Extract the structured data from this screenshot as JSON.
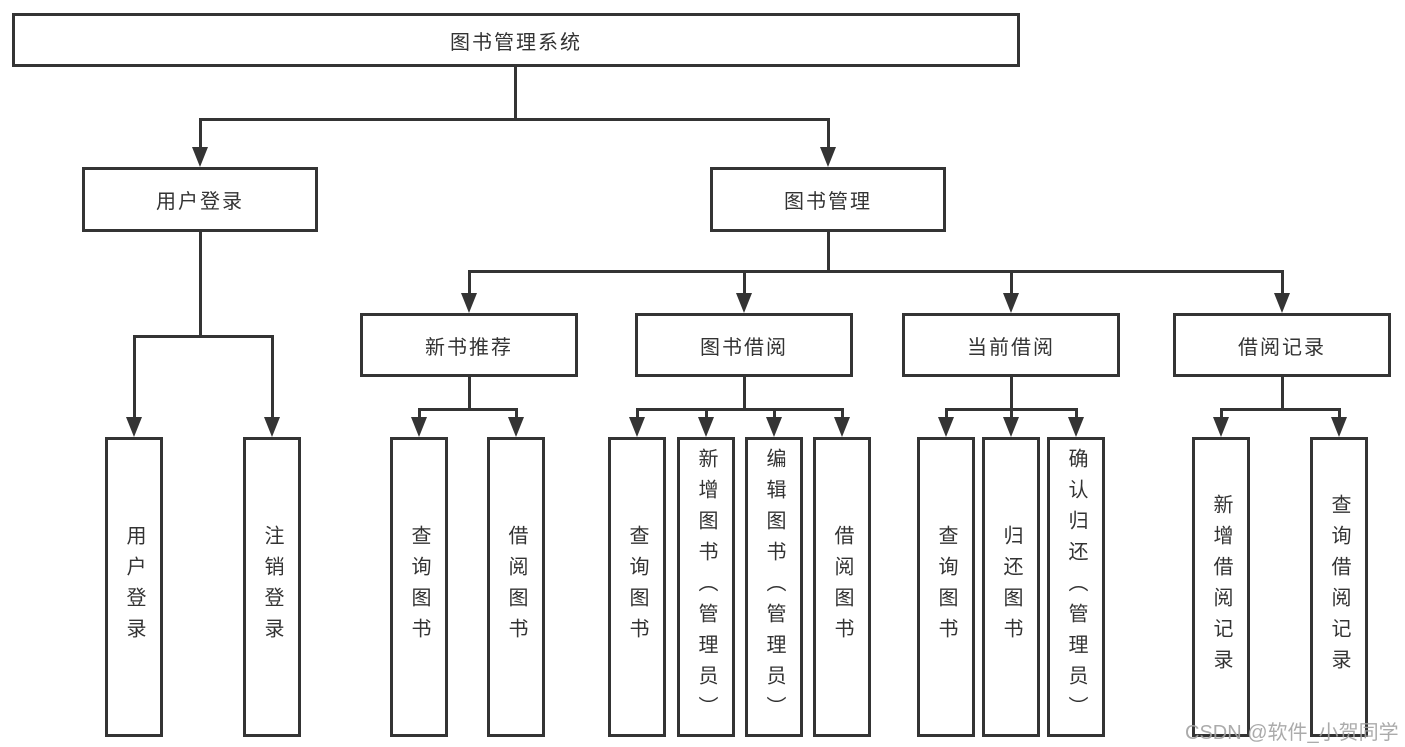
{
  "diagram": {
    "root": {
      "label": "图书管理系统"
    },
    "level2": [
      {
        "label": "用户登录"
      },
      {
        "label": "图书管理"
      }
    ],
    "level3": [
      {
        "label": "新书推荐"
      },
      {
        "label": "图书借阅"
      },
      {
        "label": "当前借阅"
      },
      {
        "label": "借阅记录"
      }
    ],
    "leaves": {
      "user_login": [
        "用户登录",
        "注销登录"
      ],
      "new_book": [
        "查询图书",
        "借阅图书"
      ],
      "book_borrow": [
        "查询图书",
        "新增图书（管理员）",
        "编辑图书（管理员）",
        "借阅图书"
      ],
      "current_borrow": [
        "查询图书",
        "归还图书",
        "确认归还（管理员）"
      ],
      "borrow_record": [
        "新增借阅记录",
        "查询借阅记录"
      ]
    },
    "watermark": "CSDN @软件_小贺同学",
    "colors": {
      "line": "#343434",
      "text": "#333333",
      "watermark": "#a3a3a3",
      "background": "#ffffff"
    }
  }
}
